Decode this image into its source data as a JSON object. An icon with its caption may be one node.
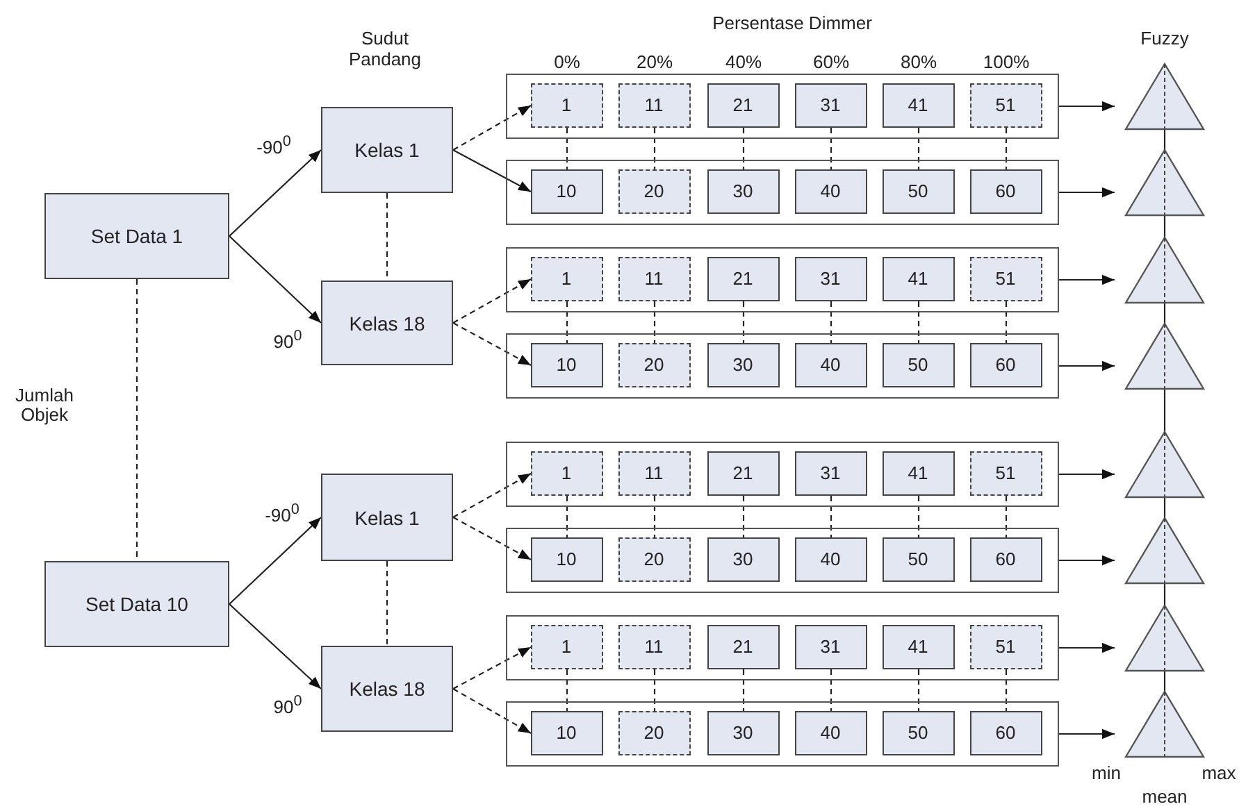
{
  "diagram": {
    "nodes": [
      {
        "text": [
          "Set Data 1"
        ]
      },
      {
        "text": [
          "Kelas 1"
        ]
      },
      {
        "text": [
          "Kelas 18"
        ]
      },
      {
        "text": [
          "Set Data 10"
        ]
      },
      {
        "text": [
          "Kelas 1"
        ]
      },
      {
        "text": [
          "Kelas 18"
        ]
      },
      {
        "text": [],
        "shape": "box"
      },
      {
        "text": [
          "1"
        ],
        "in": 6
      },
      {
        "text": [
          "11"
        ],
        "in": 6
      },
      {
        "text": [
          "21"
        ],
        "in": 6
      },
      {
        "text": [
          "31"
        ],
        "in": 6
      },
      {
        "text": [
          "41"
        ],
        "in": 6
      },
      {
        "text": [
          "51"
        ],
        "in": 6
      },
      {
        "text": [],
        "shape": "box"
      },
      {
        "text": [
          "10"
        ],
        "in": 13
      },
      {
        "text": [
          "20"
        ],
        "in": 13
      },
      {
        "text": [
          "30"
        ],
        "in": 13
      },
      {
        "text": [
          "40"
        ],
        "in": 13
      },
      {
        "text": [
          "50"
        ],
        "in": 13
      },
      {
        "text": [
          "60"
        ],
        "in": 13
      },
      {
        "text": [],
        "shape": "box"
      },
      {
        "text": [
          "1"
        ],
        "in": 20
      },
      {
        "text": [
          "11"
        ],
        "in": 20
      },
      {
        "text": [
          "21"
        ],
        "in": 20
      },
      {
        "text": [
          "31"
        ],
        "in": 20
      },
      {
        "text": [
          "41"
        ],
        "in": 20
      },
      {
        "text": [
          "51"
        ],
        "in": 20
      },
      {
        "text": [],
        "shape": "box"
      },
      {
        "text": [
          "10"
        ],
        "in": 27
      },
      {
        "text": [
          "20"
        ],
        "in": 27
      },
      {
        "text": [
          "30"
        ],
        "in": 27
      },
      {
        "text": [
          "40"
        ],
        "in": 27
      },
      {
        "text": [
          "50"
        ],
        "in": 27
      },
      {
        "text": [
          "60"
        ],
        "in": 27
      },
      {
        "text": [],
        "shape": "box"
      },
      {
        "text": [
          "1"
        ],
        "in": 34
      },
      {
        "text": [
          "11"
        ],
        "in": 34
      },
      {
        "text": [
          "21"
        ],
        "in": 34
      },
      {
        "text": [
          "31"
        ],
        "in": 34
      },
      {
        "text": [
          "41"
        ],
        "in": 34
      },
      {
        "text": [
          "51"
        ],
        "in": 34
      },
      {
        "text": [],
        "shape": "box"
      },
      {
        "text": [
          "10"
        ],
        "in": 41
      },
      {
        "text": [
          "20"
        ],
        "in": 41
      },
      {
        "text": [
          "30"
        ],
        "in": 41
      },
      {
        "text": [
          "40"
        ],
        "in": 41
      },
      {
        "text": [
          "50"
        ],
        "in": 41
      },
      {
        "text": [
          "60"
        ],
        "in": 41
      },
      {
        "text": [],
        "shape": "box"
      },
      {
        "text": [
          "1"
        ],
        "in": 48
      },
      {
        "text": [
          "11"
        ],
        "in": 48
      },
      {
        "text": [
          "21"
        ],
        "in": 48
      },
      {
        "text": [
          "31"
        ],
        "in": 48
      },
      {
        "text": [
          "41"
        ],
        "in": 48
      },
      {
        "text": [
          "51"
        ],
        "in": 48
      },
      {
        "text": [],
        "shape": "box"
      },
      {
        "text": [
          "10"
        ],
        "in": 55
      },
      {
        "text": [
          "20"
        ],
        "in": 55
      },
      {
        "text": [
          "30"
        ],
        "in": 55
      },
      {
        "text": [
          "40"
        ],
        "in": 55
      },
      {
        "text": [
          "50"
        ],
        "in": 55
      },
      {
        "text": [
          "60"
        ],
        "in": 55
      },
      {
        "text": [],
        "shape": "triangle"
      },
      {
        "text": [],
        "shape": "triangle"
      },
      {
        "text": [],
        "shape": "triangle"
      },
      {
        "text": [],
        "shape": "triangle"
      },
      {
        "text": [],
        "shape": "triangle"
      },
      {
        "text": [],
        "shape": "triangle"
      },
      {
        "text": [],
        "shape": "triangle"
      },
      {
        "text": [],
        "shape": "triangle"
      }
    ],
    "edges": [
      {
        "from": 0,
        "to": 1,
        "arrow": "to",
        "label": "-90$^{0}$"
      },
      {
        "from": 0,
        "to": 2,
        "arrow": "to",
        "label": "90$^{0}$"
      },
      {
        "from": 3,
        "to": 4,
        "arrow": "to",
        "label": "-90$^{0}$"
      },
      {
        "from": 3,
        "to": 5,
        "arrow": "to",
        "label": "90$^{0}$"
      },
      {
        "from": 0,
        "to": 3,
        "arrow": "none",
        "style": "dashed",
        "label": "Jumlah Objek"
      },
      {
        "from": 1,
        "to": 2,
        "arrow": "none",
        "style": "dashed"
      },
      {
        "from": 4,
        "to": 5,
        "arrow": "none",
        "style": "dashed"
      },
      {
        "from": 1,
        "to": 7,
        "arrow": "to",
        "style": "dashed"
      },
      {
        "from": 1,
        "to": 14,
        "arrow": "to"
      },
      {
        "from": 2,
        "to": 21,
        "arrow": "to",
        "style": "dashed"
      },
      {
        "from": 2,
        "to": 28,
        "arrow": "to",
        "style": "dashed"
      },
      {
        "from": 4,
        "to": 35,
        "arrow": "to",
        "style": "dashed"
      },
      {
        "from": 4,
        "to": 42,
        "arrow": "to",
        "style": "dashed"
      },
      {
        "from": 5,
        "to": 49,
        "arrow": "to",
        "style": "dashed"
      },
      {
        "from": 5,
        "to": 56,
        "arrow": "to",
        "style": "dashed"
      },
      {
        "from": 7,
        "to": 14,
        "arrow": "none",
        "style": "dashed"
      },
      {
        "from": 8,
        "to": 15,
        "arrow": "none",
        "style": "dashed"
      },
      {
        "from": 9,
        "to": 16,
        "arrow": "none",
        "style": "dashed"
      },
      {
        "from": 10,
        "to": 17,
        "arrow": "none",
        "style": "dashed"
      },
      {
        "from": 11,
        "to": 18,
        "arrow": "none",
        "style": "dashed"
      },
      {
        "from": 12,
        "to": 19,
        "arrow": "none",
        "style": "dashed"
      },
      {
        "from": 21,
        "to": 28,
        "arrow": "none",
        "style": "dashed"
      },
      {
        "from": 22,
        "to": 29,
        "arrow": "none",
        "style": "dashed"
      },
      {
        "from": 23,
        "to": 30,
        "arrow": "none",
        "style": "dashed"
      },
      {
        "from": 24,
        "to": 31,
        "arrow": "none",
        "style": "dashed"
      },
      {
        "from": 25,
        "to": 32,
        "arrow": "none",
        "style": "dashed"
      },
      {
        "from": 26,
        "to": 33,
        "arrow": "none",
        "style": "dashed"
      },
      {
        "from": 35,
        "to": 42,
        "arrow": "none",
        "style": "dashed"
      },
      {
        "from": 36,
        "to": 43,
        "arrow": "none",
        "style": "dashed"
      },
      {
        "from": 37,
        "to": 44,
        "arrow": "none",
        "style": "dashed"
      },
      {
        "from": 38,
        "to": 45,
        "arrow": "none",
        "style": "dashed"
      },
      {
        "from": 39,
        "to": 46,
        "arrow": "none",
        "style": "dashed"
      },
      {
        "from": 40,
        "to": 47,
        "arrow": "none",
        "style": "dashed"
      },
      {
        "from": 49,
        "to": 56,
        "arrow": "none",
        "style": "dashed"
      },
      {
        "from": 50,
        "to": 57,
        "arrow": "none",
        "style": "dashed"
      },
      {
        "from": 51,
        "to": 58,
        "arrow": "none",
        "style": "dashed"
      },
      {
        "from": 52,
        "to": 59,
        "arrow": "none",
        "style": "dashed"
      },
      {
        "from": 53,
        "to": 60,
        "arrow": "none",
        "style": "dashed"
      },
      {
        "from": 54,
        "to": 61,
        "arrow": "none",
        "style": "dashed"
      },
      {
        "from": 6,
        "to": 62,
        "arrow": "to"
      },
      {
        "from": 13,
        "to": 63,
        "arrow": "to"
      },
      {
        "from": 20,
        "to": 64,
        "arrow": "to"
      },
      {
        "from": 27,
        "to": 65,
        "arrow": "to"
      },
      {
        "from": 34,
        "to": 66,
        "arrow": "to"
      },
      {
        "from": 41,
        "to": 67,
        "arrow": "to"
      },
      {
        "from": 48,
        "to": 68,
        "arrow": "to"
      },
      {
        "from": 55,
        "to": 69,
        "arrow": "to"
      },
      {
        "from": 62,
        "to": 63,
        "arrow": "none"
      },
      {
        "from": 63,
        "to": 64,
        "arrow": "none"
      },
      {
        "from": 64,
        "to": 65,
        "arrow": "none"
      },
      {
        "from": 65,
        "to": 66,
        "arrow": "none"
      },
      {
        "from": 66,
        "to": 67,
        "arrow": "none"
      },
      {
        "from": 67,
        "to": 68,
        "arrow": "none"
      },
      {
        "from": 68,
        "to": 69,
        "arrow": "none"
      }
    ],
    "labels": [
      "Persentase Dimmer",
      "Sudut Pandang",
      "0%",
      "20%",
      "40%",
      "60%",
      "80%",
      "100%",
      "Fuzzy",
      "min",
      "max",
      "mean"
    ]
  }
}
